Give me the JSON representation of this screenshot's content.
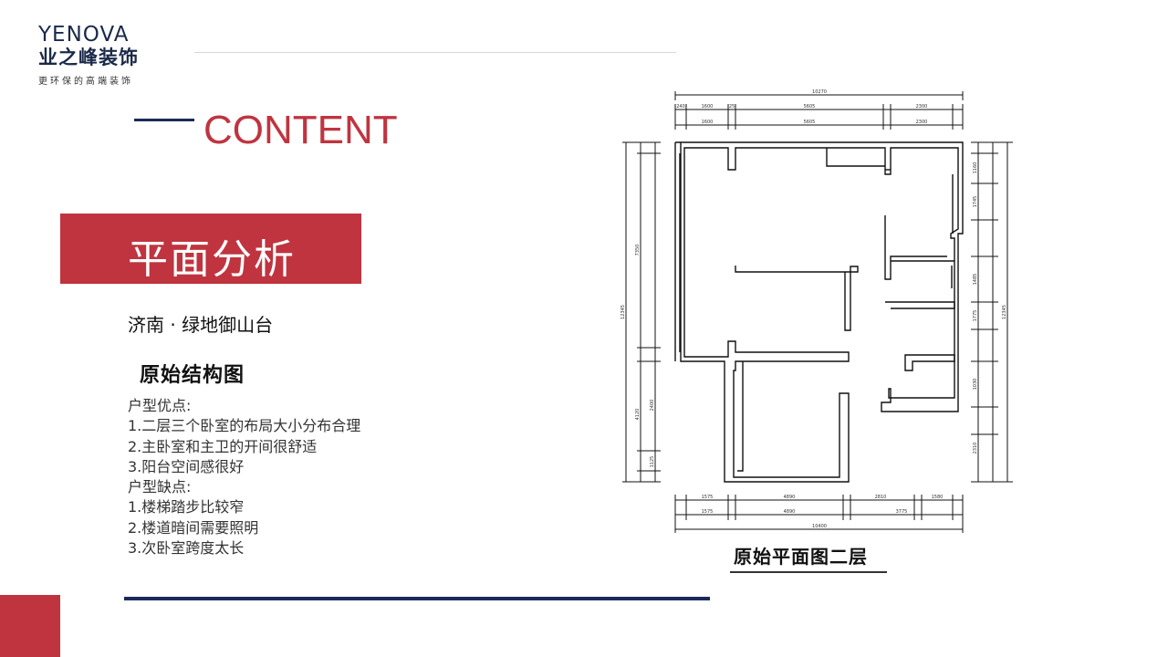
{
  "logo": {
    "brand_en": "YENOVA",
    "brand_cn": "业之峰装饰",
    "slogan": "更环保的高端装饰"
  },
  "header": {
    "title": "CONTENT"
  },
  "section": {
    "banner": "平面分析",
    "project": "济南 · 绿地御山台",
    "subheading": "原始结构图"
  },
  "notes": [
    "户型优点:",
    "1.二层三个卧室的布局大小分布合理",
    "2.主卧室和主卫的开间很舒适",
    "3.阳台空间感很好",
    "户型缺点:",
    "1.楼梯踏步比较窄",
    "2.楼道暗间需要照明",
    "3.次卧室跨度太长"
  ],
  "floorplan": {
    "caption": "原始平面图二层",
    "dims_top": [
      "10270",
      "5605",
      "2300",
      "1600",
      "240",
      "25"
    ],
    "dims_bottom": [
      "1575",
      "4890",
      "2810",
      "1580",
      "3775",
      "10400"
    ],
    "dims_left": [
      "7350",
      "4120",
      "12345",
      "2400",
      "1125"
    ],
    "dims_right": [
      "12345",
      "1160",
      "1745",
      "1485",
      "1775",
      "1030",
      "2310"
    ]
  },
  "colors": {
    "accent_red": "#c0343f",
    "navy": "#1b2a5a"
  }
}
